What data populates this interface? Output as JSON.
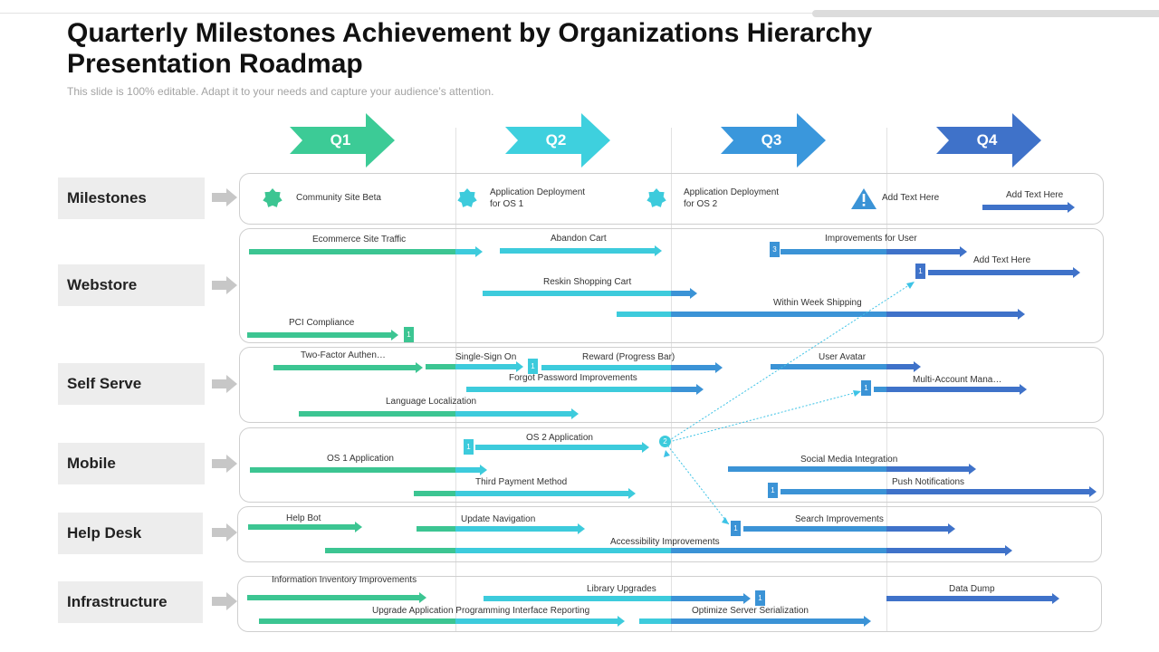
{
  "title": "Quarterly Milestones Achievement by Organizations Hierarchy Presentation Roadmap",
  "subtitle": "This slide is 100% editable. Adapt it to your needs and capture your audience’s attention.",
  "colors": {
    "green": "#3cc592",
    "teal": "#3dcbdc",
    "blue": "#3b93d6",
    "navy": "#3f72c9",
    "gray": "#c7c7c7",
    "panelBorder": "#cfcfcf",
    "catBg": "#ededed",
    "connector": "#3dc3e6"
  },
  "quarters": [
    {
      "label": "Q1",
      "color": "#3ccb96"
    },
    {
      "label": "Q2",
      "color": "#3ed0de"
    },
    {
      "label": "Q3",
      "color": "#3a97dc"
    },
    {
      "label": "Q4",
      "color": "#3f72c9"
    }
  ],
  "categories": [
    {
      "label": "Milestones"
    },
    {
      "label": "Webstore"
    },
    {
      "label": "Self Serve"
    },
    {
      "label": "Mobile"
    },
    {
      "label": "Help Desk"
    },
    {
      "label": "Infrastructure"
    }
  ],
  "milestones": [
    {
      "icon": "star-burst-icon",
      "text": "Community  Site Beta",
      "color": "#3cc592"
    },
    {
      "icon": "star-burst-icon",
      "text": "Application Deployment\nfor OS 1",
      "color": "#3dcbdc"
    },
    {
      "icon": "star-burst-icon",
      "text": "Application Deployment\nfor OS 2",
      "color": "#3dcbdc"
    },
    {
      "icon": "warning-triangle-icon",
      "text": "Add Text Here",
      "color": "#3b93d6"
    },
    {
      "icon": "arrow-icon",
      "text": "Add Text Here",
      "color": "#3f72c9"
    }
  ],
  "tasks": [
    {
      "label": "Ecommerce Site Traffic"
    },
    {
      "label": "Abandon Cart"
    },
    {
      "label": "Improvements  for User"
    },
    {
      "label": "Add Text Here"
    },
    {
      "label": "Reskin Shopping Cart"
    },
    {
      "label": "Within Week Shipping"
    },
    {
      "label": "PCI  Compliance"
    },
    {
      "label": "Two-Factor Authen…"
    },
    {
      "label": "Single-Sign On"
    },
    {
      "label": "Reward (Progress Bar)"
    },
    {
      "label": "User Avatar"
    },
    {
      "label": "Forgot Password Improvements"
    },
    {
      "label": "Multi-Account Mana…"
    },
    {
      "label": "Language Localization"
    },
    {
      "label": "OS 2 Application"
    },
    {
      "label": "OS 1 Application"
    },
    {
      "label": "Social Media Integration"
    },
    {
      "label": "Third Payment Method"
    },
    {
      "label": "Push Notifications"
    },
    {
      "label": "Help Bot"
    },
    {
      "label": "Update Navigation"
    },
    {
      "label": "Search Improvements"
    },
    {
      "label": "Accessibility Improvements"
    },
    {
      "label": "Information Inventory Improvements"
    },
    {
      "label": "Library Upgrades"
    },
    {
      "label": "Data Dump"
    },
    {
      "label": "Upgrade Application Programming  Interface Reporting"
    },
    {
      "label": "Optimize Server Serialization"
    }
  ],
  "badges": [
    "3",
    "1",
    "1",
    "1",
    "1",
    "1",
    "2",
    "1",
    "1",
    "1"
  ]
}
